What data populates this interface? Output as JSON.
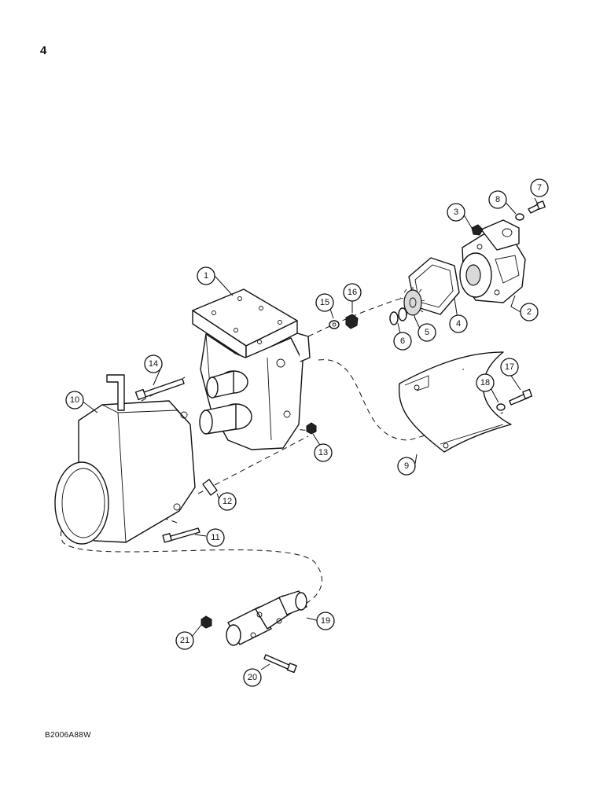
{
  "page": {
    "number": "4",
    "figure_code": "B2006A88W"
  },
  "callouts": [
    {
      "id": "1",
      "label": "1"
    },
    {
      "id": "2",
      "label": "2"
    },
    {
      "id": "3",
      "label": "3"
    },
    {
      "id": "4",
      "label": "4"
    },
    {
      "id": "5",
      "label": "5"
    },
    {
      "id": "6",
      "label": "6"
    },
    {
      "id": "7",
      "label": "7"
    },
    {
      "id": "8",
      "label": "8"
    },
    {
      "id": "9",
      "label": "9"
    },
    {
      "id": "10",
      "label": "10"
    },
    {
      "id": "11",
      "label": "11"
    },
    {
      "id": "12",
      "label": "12"
    },
    {
      "id": "13",
      "label": "13"
    },
    {
      "id": "14",
      "label": "14"
    },
    {
      "id": "15",
      "label": "15"
    },
    {
      "id": "16",
      "label": "16"
    },
    {
      "id": "17",
      "label": "17"
    },
    {
      "id": "18",
      "label": "18"
    },
    {
      "id": "19",
      "label": "19"
    },
    {
      "id": "20",
      "label": "20"
    },
    {
      "id": "21",
      "label": "21"
    }
  ]
}
